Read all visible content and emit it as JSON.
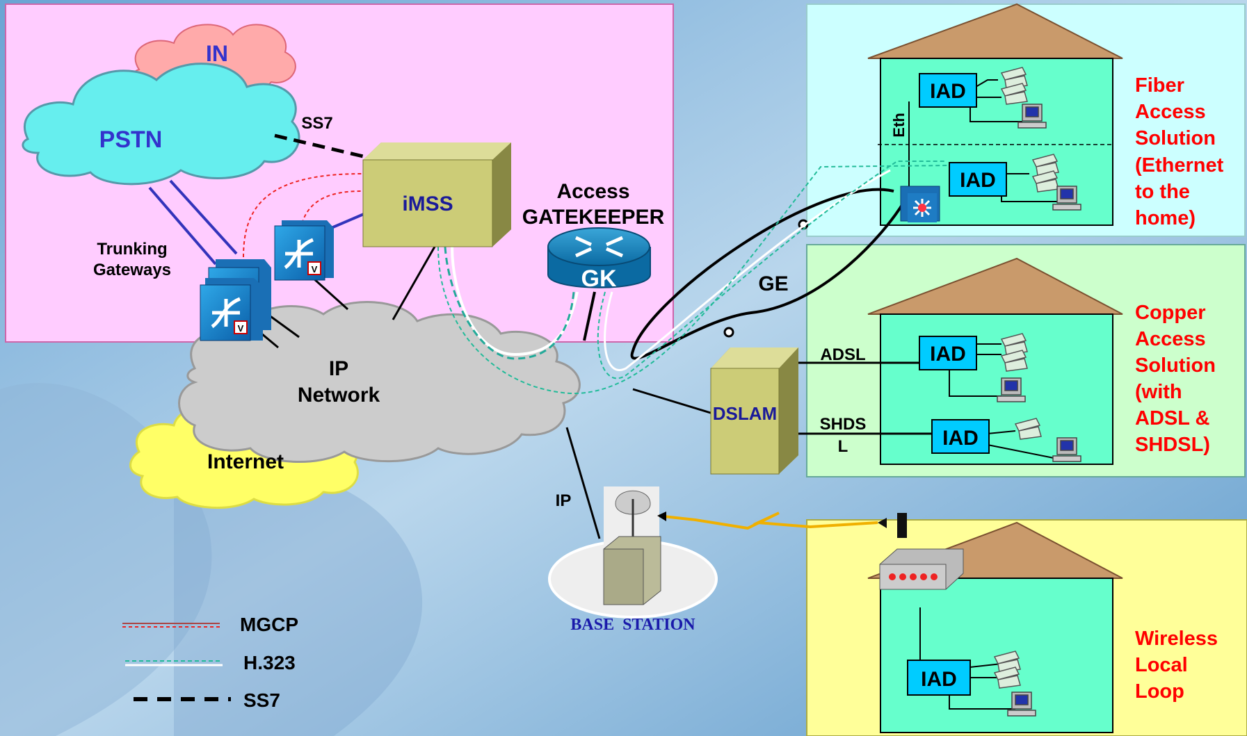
{
  "labels": {
    "in": "IN",
    "pstn": "PSTN",
    "ss7_link": "SS7",
    "trunking_1": "Trunking",
    "trunking_2": "Gateways",
    "imss": "iMSS",
    "access": "Access",
    "gatekeeper": "GATEKEEPER",
    "gk": "GK",
    "ip_1": "IP",
    "ip_2": "Network",
    "internet": "Internet",
    "ip_link": "IP",
    "base_station": "BASE  STATION",
    "dslam": "DSLAM",
    "ge": "GE",
    "eth": "Eth",
    "adsl": "ADSL",
    "shdsl_1": "SHDS",
    "shdsl_2": "L",
    "iad": "IAD",
    "gw_badge": "V"
  },
  "solutions": {
    "fiber": [
      "Fiber",
      "Access",
      "Solution",
      "(Ethernet",
      "to the",
      "home)"
    ],
    "copper": [
      "Copper",
      "Access",
      "Solution",
      "(with",
      "ADSL &",
      "SHDSL)"
    ],
    "wireless": [
      "Wireless",
      "Local",
      "Loop"
    ]
  },
  "legend": {
    "mgcp": "MGCP",
    "h323": "H.323",
    "ss7": "SS7"
  },
  "colors": {
    "pink_panel": "#ffccff",
    "fiber_panel": "#ccffff",
    "copper_panel": "#ccffcc",
    "wireless_panel": "#ffff99",
    "house_body": "#66ffcc",
    "roof": "#c99a6b",
    "iad": "#00ccff",
    "imss_box": "#cccc77",
    "solution_text": "#ff0000",
    "cloud_text": "#3333cc"
  }
}
